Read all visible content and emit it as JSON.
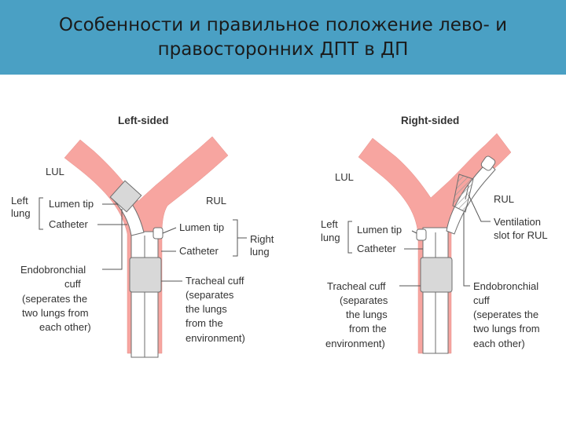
{
  "header": {
    "title_line1": "Особенности и правильное положение лево- и",
    "title_line2": "правосторонних ДПТ в ДП",
    "background_color": "#4aa0c4"
  },
  "colors": {
    "airway": "#f7a5a0",
    "tube": "#ffffff",
    "cuff": "#d8d8d8",
    "text": "#333333"
  },
  "left_panel": {
    "heading": "Left-sided",
    "lul": "LUL",
    "rul": "RUL",
    "left_lung_1": "Left",
    "left_lung_2": "lung",
    "lumen_tip_left": "Lumen tip",
    "catheter_left": "Catheter",
    "lumen_tip_right": "Lumen tip",
    "catheter_right": "Catheter",
    "right_lung_1": "Right",
    "right_lung_2": "lung",
    "endo_cuff": [
      "Endobronchial",
      "cuff",
      "(seperates the",
      "two lungs from",
      "each other)"
    ],
    "tracheal_cuff": [
      "Tracheal cuff",
      "(separates",
      "the lungs",
      "from the",
      "environment)"
    ]
  },
  "right_panel": {
    "heading": "Right-sided",
    "lul": "LUL",
    "rul": "RUL",
    "left_lung_1": "Left",
    "left_lung_2": "lung",
    "lumen_tip": "Lumen tip",
    "catheter": "Catheter",
    "ventilation": [
      "Ventilation",
      "slot for RUL"
    ],
    "tracheal_cuff": [
      "Tracheal cuff",
      "(separates",
      "the lungs",
      "from the",
      "environment)"
    ],
    "endo_cuff": [
      "Endobronchial",
      "cuff",
      "(seperates the",
      "two lungs from",
      "each other)"
    ]
  }
}
